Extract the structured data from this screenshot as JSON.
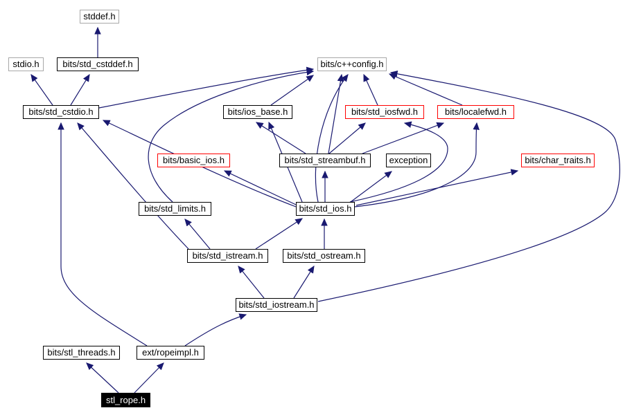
{
  "diagram": {
    "type": "include-dependency-graph",
    "root": "stl_rope.h",
    "background": "#ffffff",
    "edge_color": "#191970",
    "border_colors": {
      "default": "#000000",
      "external": "#a8a8a8",
      "truncated": "#ff0000",
      "root_background": "#000000",
      "root_text": "#ffffff"
    },
    "nodes": [
      {
        "id": "stddef",
        "label": "stddef.h",
        "style": "external"
      },
      {
        "id": "stdio",
        "label": "stdio.h",
        "style": "external"
      },
      {
        "id": "cstddef",
        "label": "bits/std_cstddef.h",
        "style": "default"
      },
      {
        "id": "config",
        "label": "bits/c++config.h",
        "style": "external"
      },
      {
        "id": "cstdio",
        "label": "bits/std_cstdio.h",
        "style": "default"
      },
      {
        "id": "iosbase",
        "label": "bits/ios_base.h",
        "style": "default"
      },
      {
        "id": "iosfwd",
        "label": "bits/std_iosfwd.h",
        "style": "truncated"
      },
      {
        "id": "localefwd",
        "label": "bits/localefwd.h",
        "style": "truncated"
      },
      {
        "id": "basicios",
        "label": "bits/basic_ios.h",
        "style": "truncated"
      },
      {
        "id": "streambuf",
        "label": "bits/std_streambuf.h",
        "style": "default"
      },
      {
        "id": "exception",
        "label": "exception",
        "style": "default"
      },
      {
        "id": "chartraits",
        "label": "bits/char_traits.h",
        "style": "truncated"
      },
      {
        "id": "limits",
        "label": "bits/std_limits.h",
        "style": "default"
      },
      {
        "id": "stdios",
        "label": "bits/std_ios.h",
        "style": "default"
      },
      {
        "id": "istream",
        "label": "bits/std_istream.h",
        "style": "default"
      },
      {
        "id": "ostream",
        "label": "bits/std_ostream.h",
        "style": "default"
      },
      {
        "id": "iostream",
        "label": "bits/std_iostream.h",
        "style": "default"
      },
      {
        "id": "threads",
        "label": "bits/stl_threads.h",
        "style": "default"
      },
      {
        "id": "ropeimpl",
        "label": "ext/ropeimpl.h",
        "style": "default"
      },
      {
        "id": "rope",
        "label": "stl_rope.h",
        "style": "root"
      }
    ],
    "edges": [
      {
        "from": "bits/std_cstddef.h",
        "to": "stddef.h"
      },
      {
        "from": "bits/std_cstdio.h",
        "to": "stdio.h"
      },
      {
        "from": "bits/std_cstdio.h",
        "to": "bits/std_cstddef.h"
      },
      {
        "from": "bits/std_cstdio.h",
        "to": "bits/c++config.h"
      },
      {
        "from": "bits/ios_base.h",
        "to": "bits/c++config.h"
      },
      {
        "from": "bits/std_iosfwd.h",
        "to": "bits/c++config.h"
      },
      {
        "from": "bits/localefwd.h",
        "to": "bits/c++config.h"
      },
      {
        "from": "bits/std_streambuf.h",
        "to": "bits/c++config.h"
      },
      {
        "from": "bits/std_ios.h",
        "to": "bits/c++config.h"
      },
      {
        "from": "bits/std_limits.h",
        "to": "bits/c++config.h"
      },
      {
        "from": "bits/std_ios.h",
        "to": "bits/std_cstdio.h"
      },
      {
        "from": "bits/std_istream.h",
        "to": "bits/std_cstdio.h"
      },
      {
        "from": "ext/ropeimpl.h",
        "to": "bits/std_cstdio.h"
      },
      {
        "from": "bits/std_ios.h",
        "to": "bits/ios_base.h"
      },
      {
        "from": "bits/std_streambuf.h",
        "to": "bits/ios_base.h"
      },
      {
        "from": "bits/std_ios.h",
        "to": "bits/std_iosfwd.h"
      },
      {
        "from": "bits/std_streambuf.h",
        "to": "bits/std_iosfwd.h"
      },
      {
        "from": "bits/std_ios.h",
        "to": "bits/localefwd.h"
      },
      {
        "from": "bits/std_streambuf.h",
        "to": "bits/localefwd.h"
      },
      {
        "from": "bits/std_ios.h",
        "to": "bits/basic_ios.h"
      },
      {
        "from": "bits/std_ios.h",
        "to": "bits/std_streambuf.h"
      },
      {
        "from": "bits/std_ios.h",
        "to": "exception"
      },
      {
        "from": "bits/std_ios.h",
        "to": "bits/char_traits.h"
      },
      {
        "from": "bits/std_istream.h",
        "to": "bits/std_ios.h"
      },
      {
        "from": "bits/std_ostream.h",
        "to": "bits/std_ios.h"
      },
      {
        "from": "bits/std_istream.h",
        "to": "bits/std_limits.h"
      },
      {
        "from": "bits/std_iostream.h",
        "to": "bits/std_istream.h"
      },
      {
        "from": "bits/std_iostream.h",
        "to": "bits/std_ostream.h"
      },
      {
        "from": "bits/std_iostream.h",
        "to": "bits/c++config.h"
      },
      {
        "from": "ext/ropeimpl.h",
        "to": "bits/std_iostream.h"
      },
      {
        "from": "stl_rope.h",
        "to": "bits/stl_threads.h"
      },
      {
        "from": "stl_rope.h",
        "to": "ext/ropeimpl.h"
      }
    ]
  }
}
